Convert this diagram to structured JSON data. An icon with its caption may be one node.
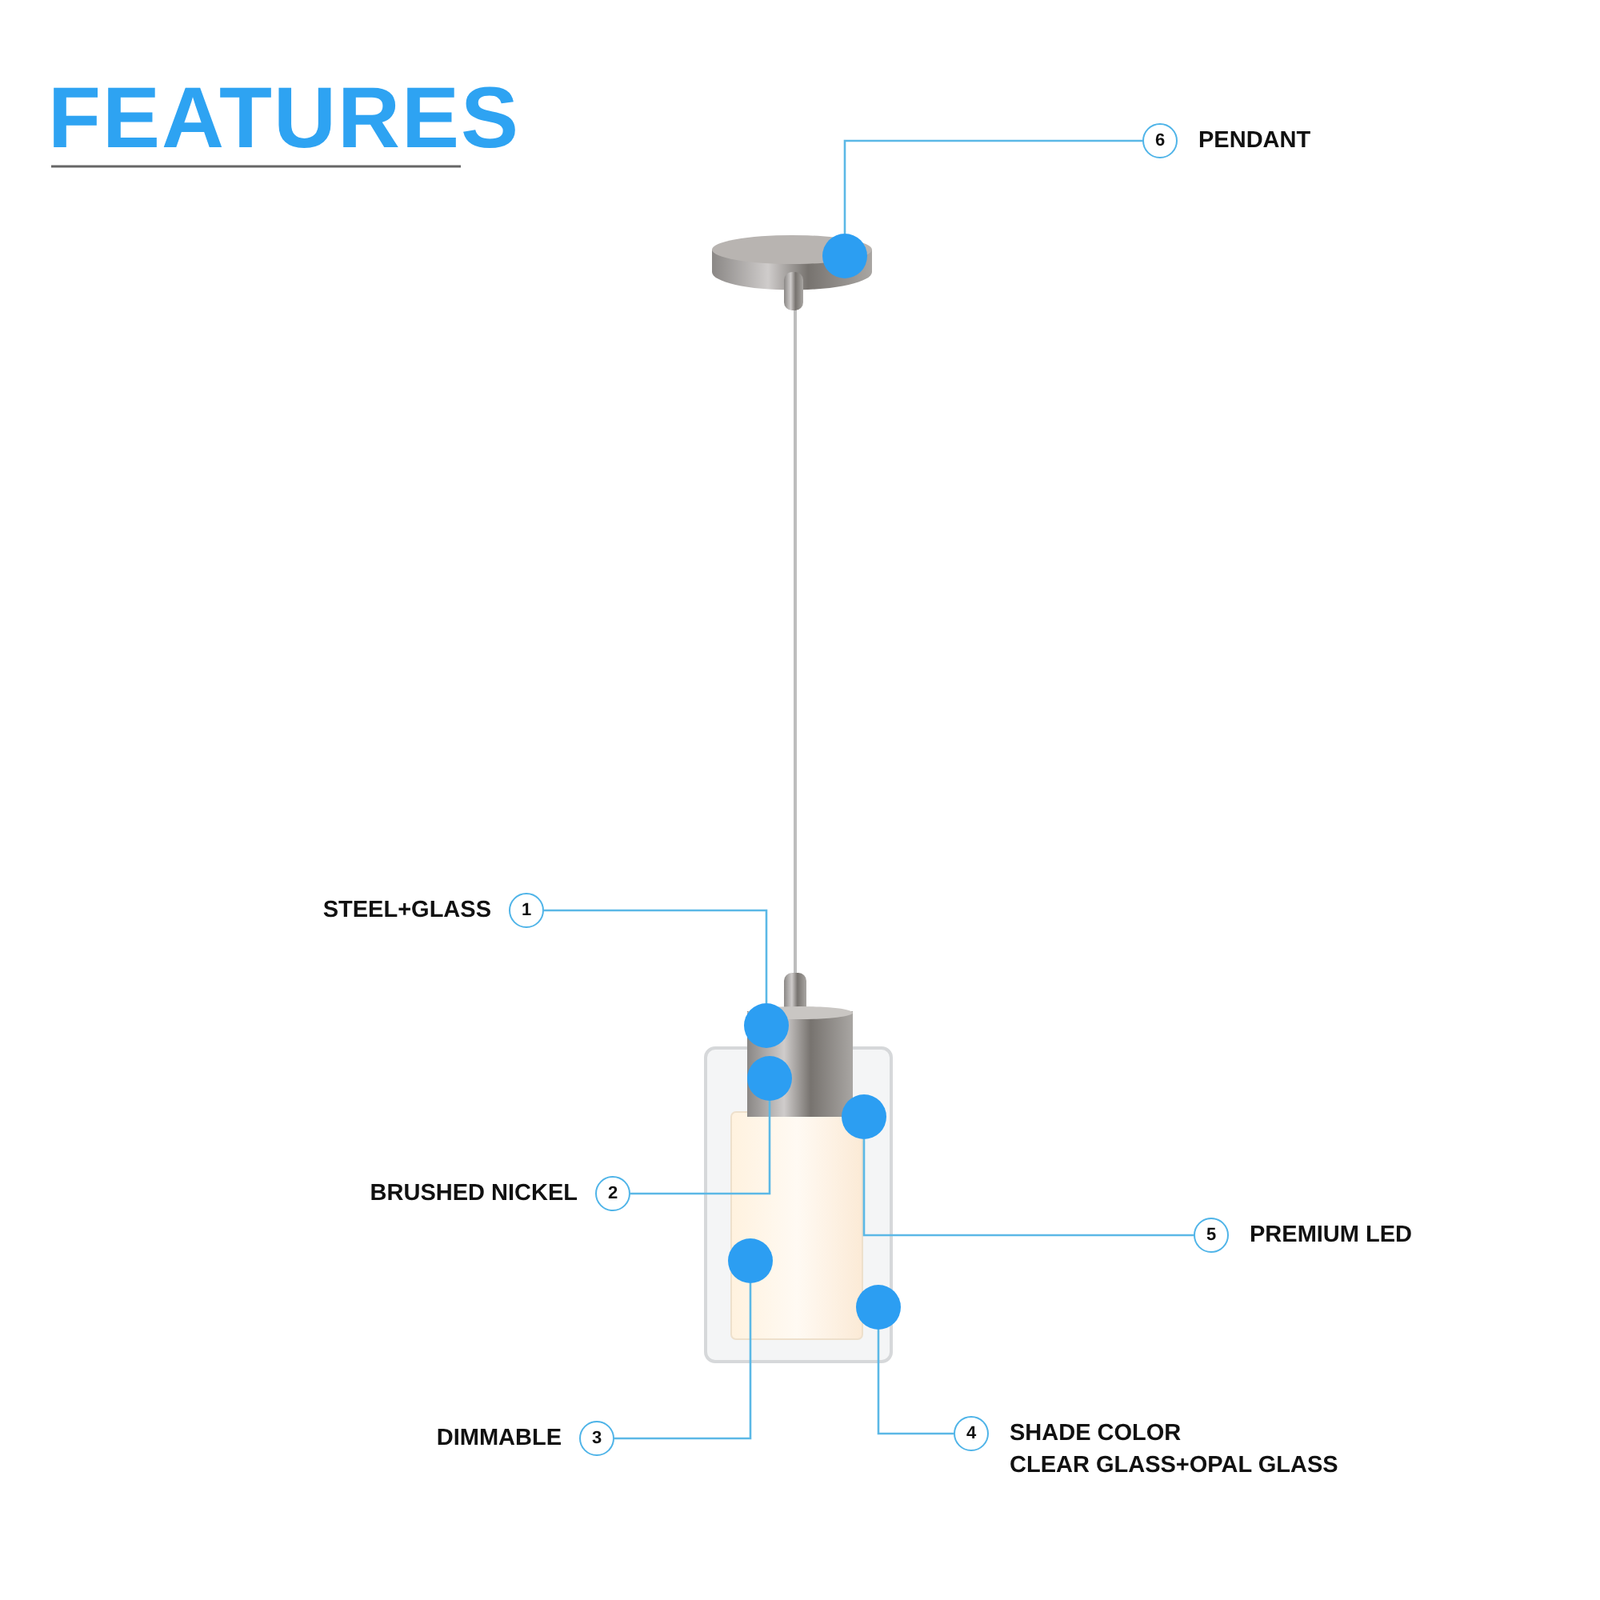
{
  "diagram": {
    "title": "FEATURES",
    "nodes": [
      {
        "text": [
          "6"
        ],
        "beside": [
          "PENDANT"
        ]
      },
      {
        "text": [],
        "shape": "circle"
      },
      {
        "text": [
          "1"
        ],
        "beside": [
          "STEEL+GLASS"
        ]
      },
      {
        "text": [],
        "shape": "circle"
      },
      {
        "text": [],
        "shape": "circle"
      },
      {
        "text": [],
        "shape": "circle"
      },
      {
        "text": [
          "2"
        ],
        "beside": [
          "BRUSHED NICKEL"
        ]
      },
      {
        "text": [
          "5"
        ],
        "beside": [
          "PREMIUM LED"
        ]
      },
      {
        "text": [],
        "shape": "circle"
      },
      {
        "text": [],
        "shape": "circle"
      },
      {
        "text": [
          "3"
        ],
        "beside": [
          "DIMMABLE"
        ]
      },
      {
        "text": [
          "4"
        ],
        "beside": [
          "SHADE COLOR",
          "CLEAR GLASS+OPAL GLASS"
        ]
      }
    ],
    "edges": [
      {
        "from": 0,
        "to": 1,
        "arrow": "none"
      },
      {
        "from": 2,
        "to": 3,
        "arrow": "none"
      },
      {
        "from": 6,
        "to": 4,
        "arrow": "none"
      },
      {
        "from": 7,
        "to": 5,
        "arrow": "none"
      },
      {
        "from": 10,
        "to": 8,
        "arrow": "none"
      },
      {
        "from": 11,
        "to": 9,
        "arrow": "none"
      }
    ]
  }
}
